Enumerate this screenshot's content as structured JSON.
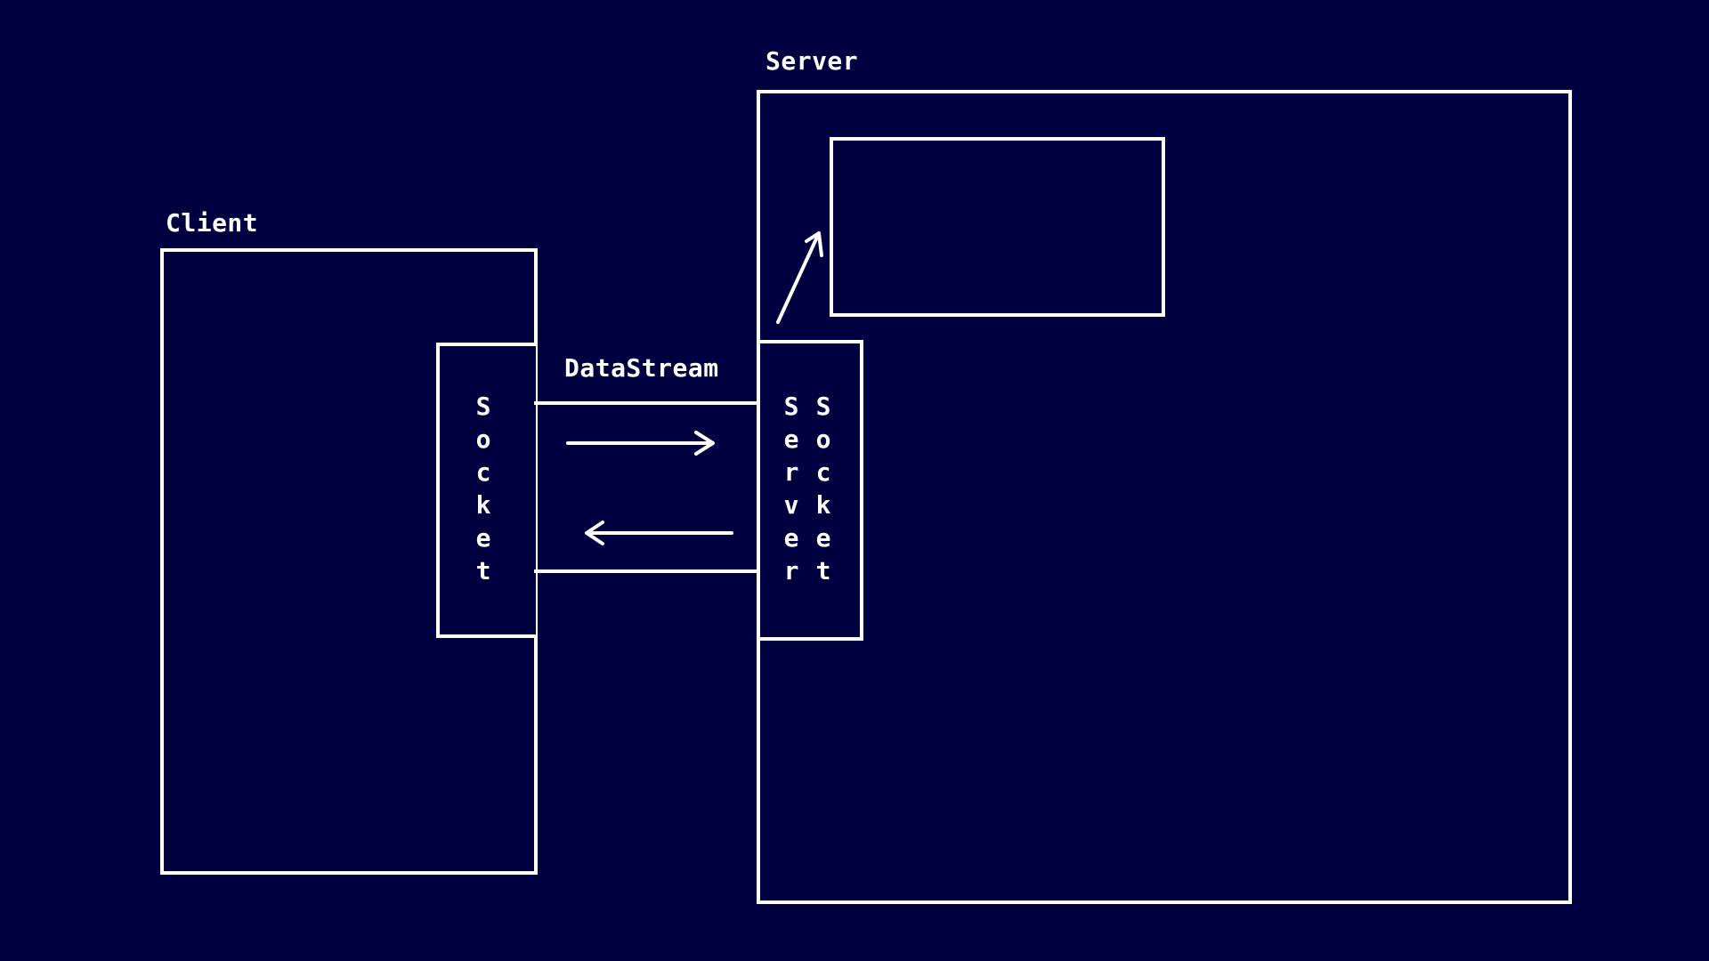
{
  "colors": {
    "background": "#000040",
    "stroke": "#ffffff"
  },
  "client": {
    "title": "Client",
    "socket_label": "Socket"
  },
  "server": {
    "title": "Server",
    "server_socket_label_col1": "Server",
    "server_socket_label_col2": "Socket"
  },
  "stream": {
    "title": "DataStream"
  },
  "icons": {
    "request_arrow": "arrow-right-icon",
    "response_arrow": "arrow-left-icon",
    "dispatch_arrow": "arrow-up-right-icon"
  }
}
